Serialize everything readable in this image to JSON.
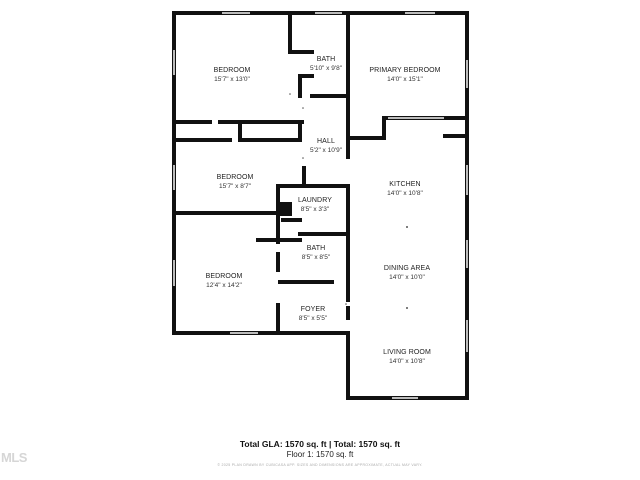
{
  "floorplan": {
    "rooms": [
      {
        "id": "bedroom-1",
        "name": "BEDROOM",
        "dims": "15'7\" x 13'0\""
      },
      {
        "id": "bath-1",
        "name": "BATH",
        "dims": "5'10\" x 9'8\""
      },
      {
        "id": "primary-bedroom",
        "name": "PRIMARY BEDROOM",
        "dims": "14'0\" x 15'1\""
      },
      {
        "id": "hall",
        "name": "HALL",
        "dims": "5'2\" x 10'9\""
      },
      {
        "id": "bedroom-2",
        "name": "BEDROOM",
        "dims": "15'7\" x 8'7\""
      },
      {
        "id": "kitchen",
        "name": "KITCHEN",
        "dims": "14'0\" x 10'8\""
      },
      {
        "id": "laundry",
        "name": "LAUNDRY",
        "dims": "8'5\" x 3'3\""
      },
      {
        "id": "bath-2",
        "name": "BATH",
        "dims": "8'5\" x 8'5\""
      },
      {
        "id": "dining-area",
        "name": "DINING AREA",
        "dims": "14'0\" x 10'0\""
      },
      {
        "id": "bedroom-3",
        "name": "BEDROOM",
        "dims": "12'4\" x 14'2\""
      },
      {
        "id": "foyer",
        "name": "FOYER",
        "dims": "8'5\" x 5'5\""
      },
      {
        "id": "living-room",
        "name": "LIVING ROOM",
        "dims": "14'0\" x 10'8\""
      }
    ],
    "colors": {
      "wall": "#111111",
      "window": "#bdbdbd",
      "background": "#ffffff"
    }
  },
  "footer": {
    "total_line": "Total GLA: 1570 sq. ft | Total: 1570 sq. ft",
    "floor_line": "Floor 1: 1570 sq. ft",
    "disclaimer": "© 2025 PLAN DRAWN BY CUBICASA APP. SIZES AND DIMENSIONS ARE APPROXIMATE, ACTUAL MAY VARY."
  },
  "watermark": "MLS"
}
